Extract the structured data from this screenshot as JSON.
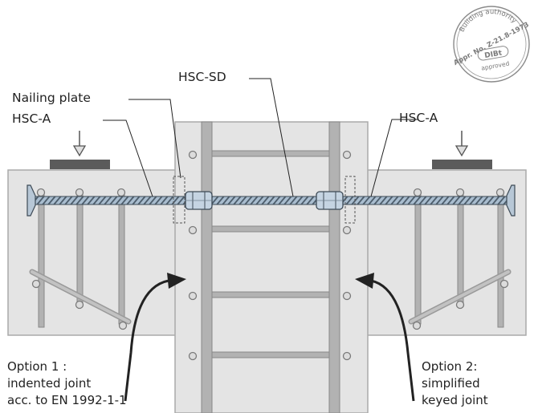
{
  "labels": {
    "nailing_plate": "Nailing plate",
    "hsc_a_left": "HSC-A",
    "hsc_sd": "HSC-SD",
    "hsc_a_right": "HSC-A"
  },
  "options": {
    "left": {
      "line1": "Option 1 :",
      "line2": "indented joint",
      "line3": "acc. to  EN 1992-1-1"
    },
    "right": {
      "line1": "Option 2:",
      "line2": "simplified",
      "line3": "keyed joint"
    }
  },
  "seal": {
    "top_text": "Building authority",
    "approval_no": "Appr. No. Z-21.8-1973",
    "center": "DIBt",
    "bottom": "approved"
  },
  "colors": {
    "concrete": "#e4e4e4",
    "concrete_edge": "#aaaaaa",
    "rebar_bar": "#b2b2b2",
    "thread_bar": "#9fb4c6",
    "coupler": "#c5d4e2",
    "arrow": "#222222",
    "bearing_plate": "#5b5b5b"
  }
}
